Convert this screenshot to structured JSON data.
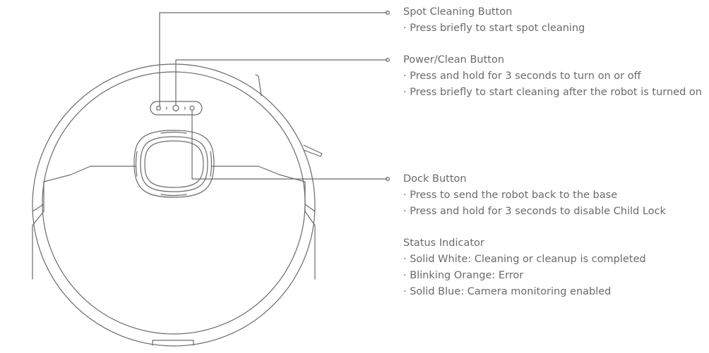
{
  "callouts": {
    "spot": {
      "title": "Spot Cleaning Button",
      "lines": [
        "· Press briefly to start spot cleaning"
      ]
    },
    "power": {
      "title": "Power/Clean Button",
      "lines": [
        "· Press and hold for 3 seconds to turn on or off",
        "· Press briefly to start cleaning after the robot is turned on"
      ]
    },
    "dock": {
      "title": "Dock Button",
      "lines": [
        "· Press to send the robot back to the base",
        "· Press and hold for 3 seconds to disable Child Lock"
      ]
    },
    "status": {
      "title": "Status Indicator",
      "lines": [
        "· Solid White: Cleaning or cleanup is completed",
        "· Blinking Orange: Error",
        "· Solid Blue: Camera monitoring enabled"
      ]
    }
  },
  "colors": {
    "line": "#6a6a6a",
    "text": "#6a6a6a",
    "background": "#ffffff"
  }
}
